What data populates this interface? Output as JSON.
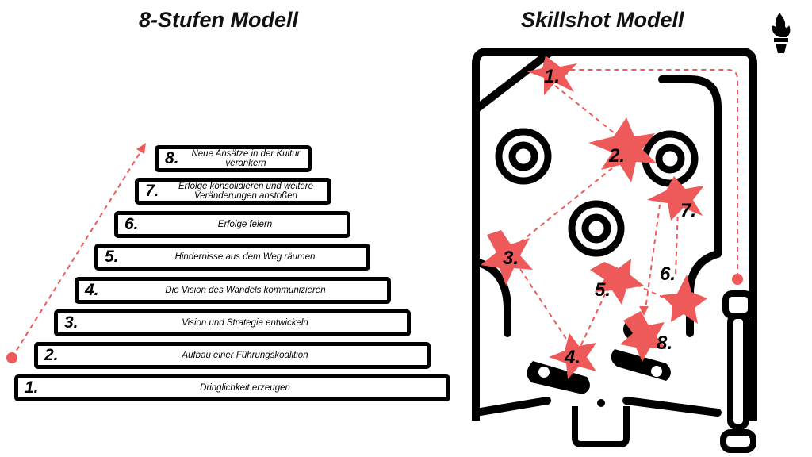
{
  "titles": {
    "left": "8-Stufen Modell",
    "right": "Skillshot Modell"
  },
  "steps": [
    {
      "num": "1.",
      "label": "Dringlichkeit erzeugen"
    },
    {
      "num": "2.",
      "label": "Aufbau einer Führungskoalition"
    },
    {
      "num": "3.",
      "label": "Vision und Strategie entwickeln"
    },
    {
      "num": "4.",
      "label": "Die Vision des Wandels kommunizieren"
    },
    {
      "num": "5.",
      "label": "Hindernisse aus dem Weg räumen"
    },
    {
      "num": "6.",
      "label": "Erfolge feiern"
    },
    {
      "num": "7.",
      "label": "Erfolge konsolidieren und weitere Veränderungen anstoßen"
    },
    {
      "num": "8.",
      "label": "Neue Ansätze in der Kultur verankern"
    }
  ],
  "pinball_labels": [
    "1.",
    "2.",
    "3.",
    "4.",
    "5.",
    "6.",
    "7.",
    "8."
  ],
  "colors": {
    "accent": "#ee5a5a",
    "ink": "#000000"
  },
  "icons": {
    "logo": "torch-icon"
  }
}
